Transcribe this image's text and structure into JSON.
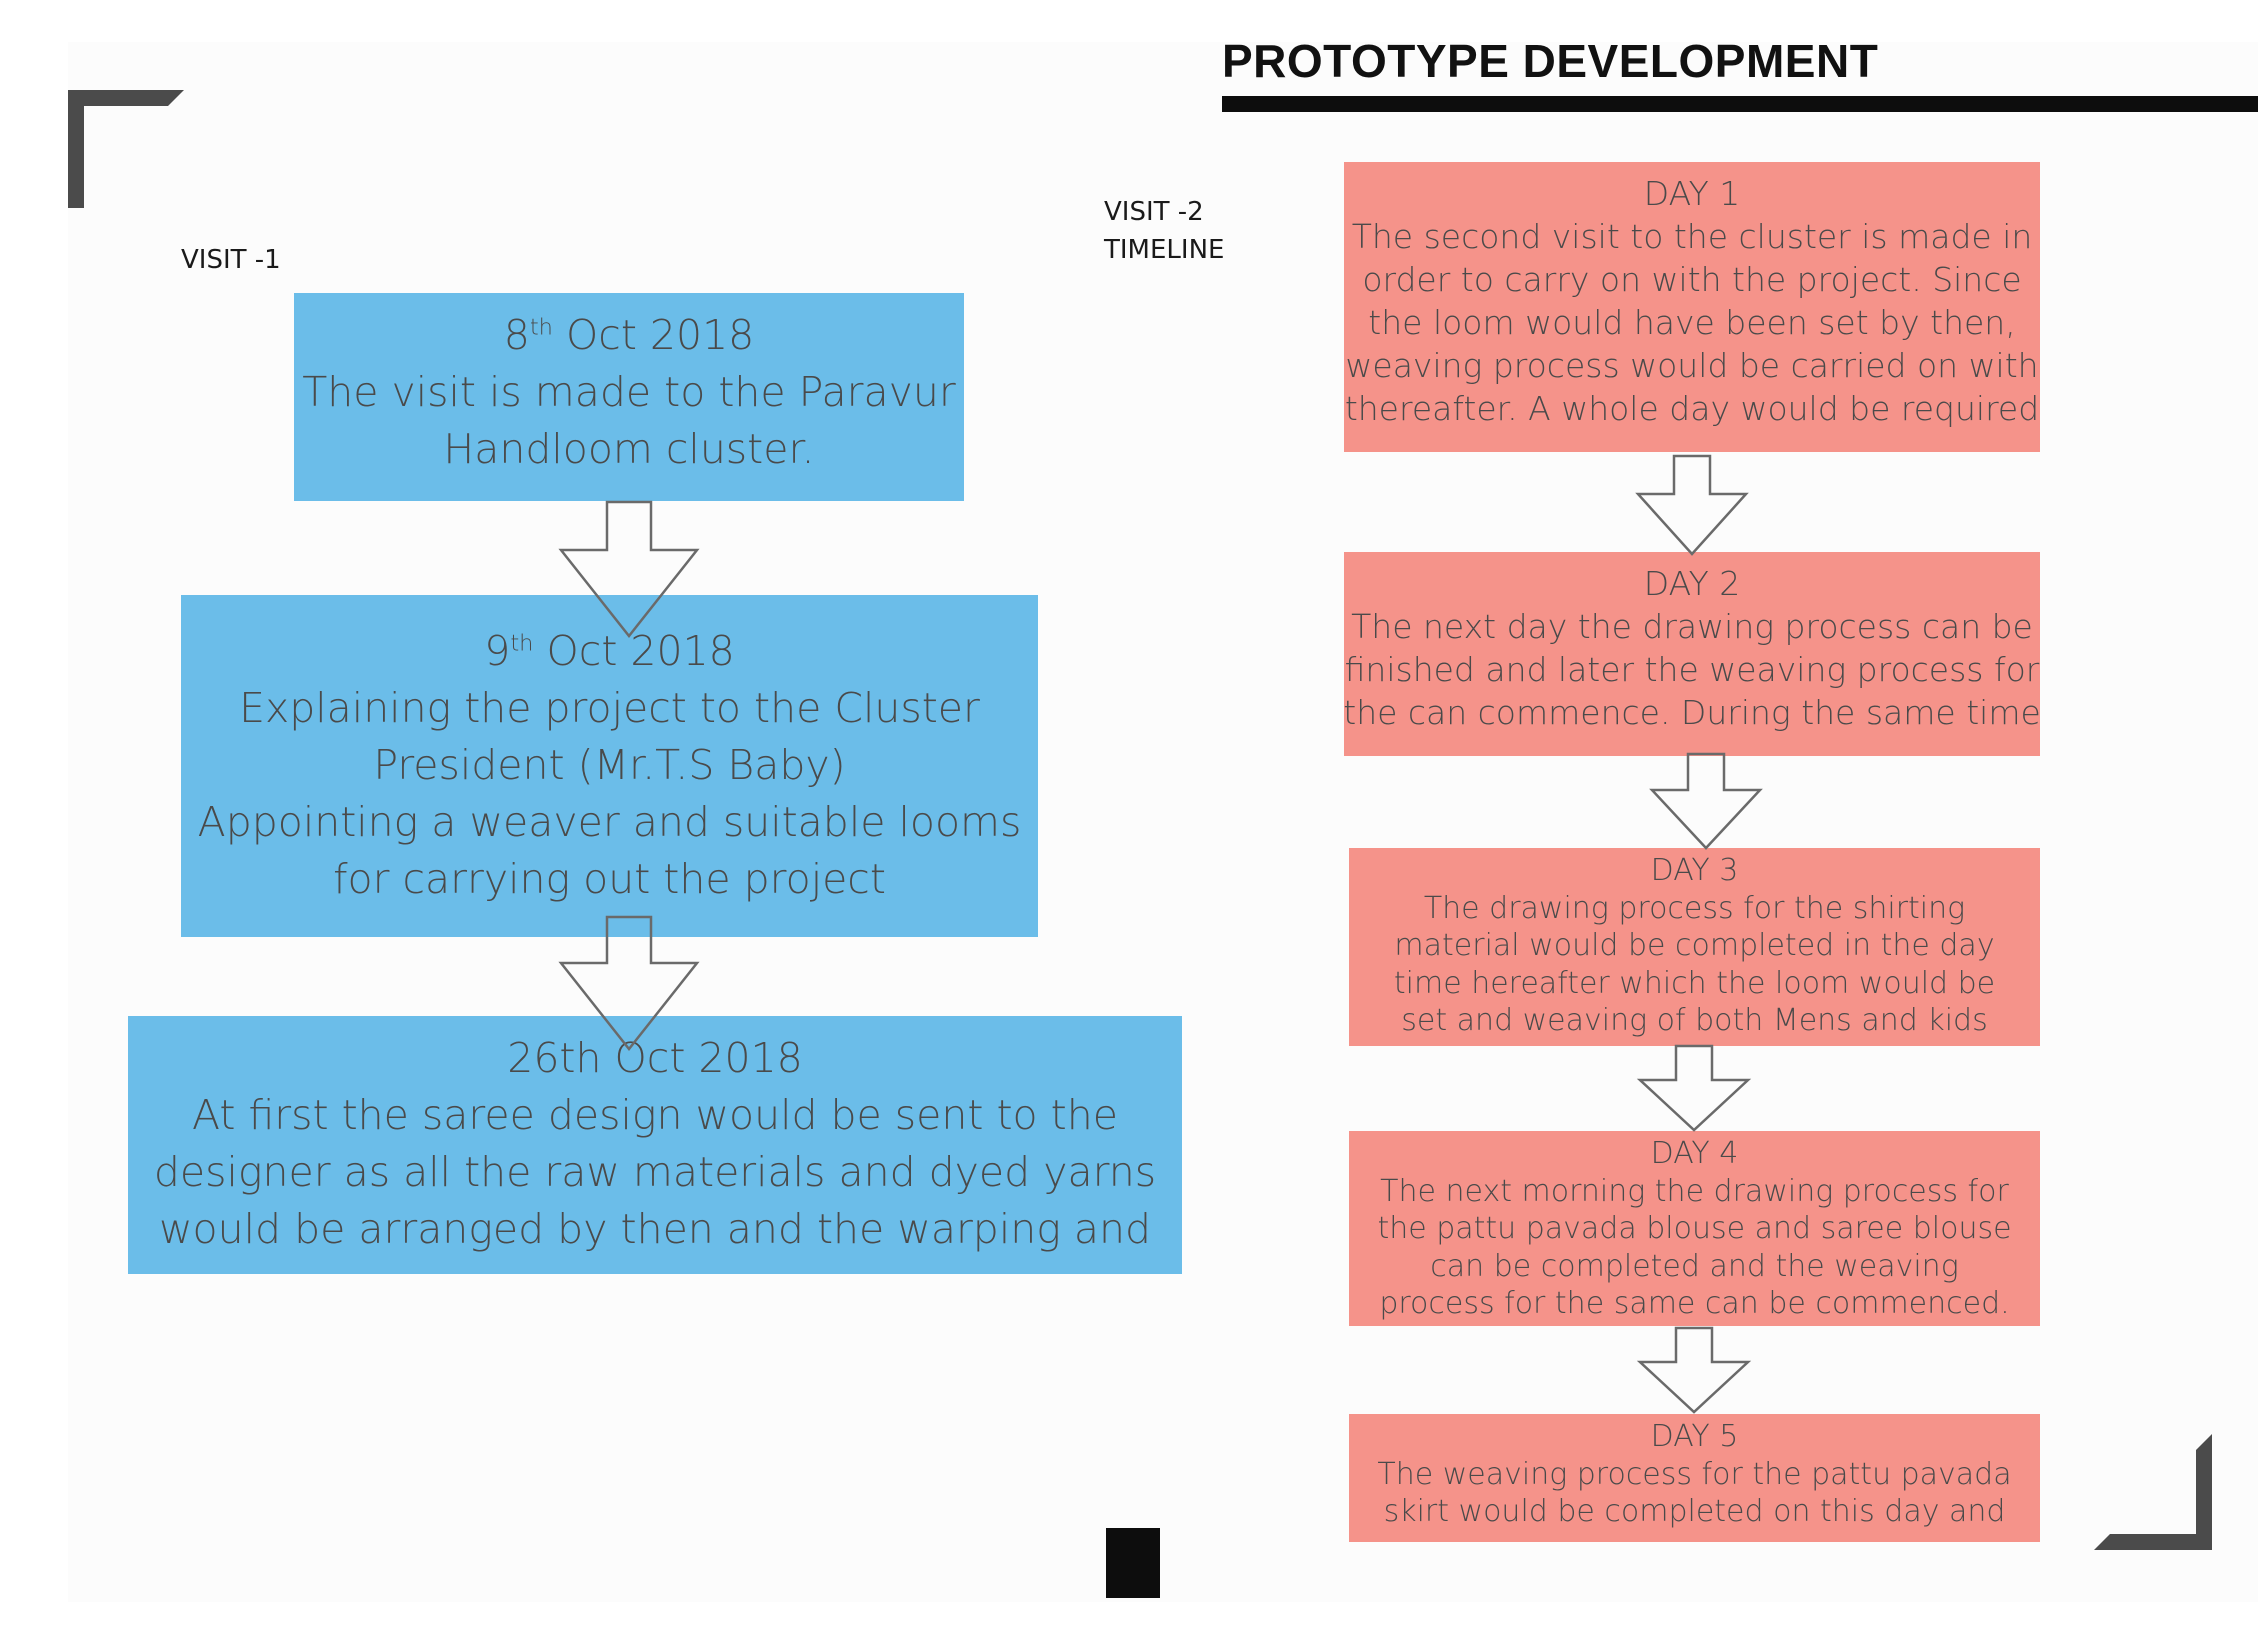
{
  "header": {
    "title": "PROTOTYPE DEVELOPMENT"
  },
  "visit1": {
    "label": "VISIT -1",
    "steps": [
      {
        "lines": [
          {
            "pre": "8",
            "sup": "th",
            "post": " Oct 2018"
          },
          "The visit is made to the Paravur",
          "Handloom cluster."
        ]
      },
      {
        "lines": [
          {
            "pre": "9",
            "sup": "th",
            "post": " Oct 2018"
          },
          "Explaining the project to the Cluster",
          "President (Mr.T.S Baby)",
          "Appointing a weaver and suitable looms",
          "for carrying out the project"
        ]
      },
      {
        "lines": [
          "26th Oct 2018",
          "At first the saree design would be sent to the",
          "designer as all the raw materials and dyed yarns",
          "would be arranged by then and the warping and"
        ]
      }
    ]
  },
  "visit2": {
    "label_line1": "VISIT -2",
    "label_line2": "TIMELINE",
    "days": [
      {
        "lines": [
          "DAY 1",
          "The second visit to the cluster is made in",
          "order to carry on with the project. Since",
          "the loom would have been set by then,",
          "weaving process would be carried on with",
          "thereafter. A whole day would be required"
        ]
      },
      {
        "lines": [
          "DAY 2",
          "The next day the drawing process can be",
          "finished and later the weaving process for",
          "the can commence. During the same time"
        ]
      },
      {
        "lines": [
          "DAY 3",
          "The drawing process for the shirting",
          "material would be completed in the day",
          "time hereafter which the loom would be",
          "set and weaving of both Mens and kids"
        ]
      },
      {
        "lines": [
          "DAY 4",
          "The next morning the drawing process for",
          "the pattu pavada blouse and saree blouse",
          "can be completed and the weaving",
          "process for the same can be commenced."
        ]
      },
      {
        "lines": [
          "DAY 5",
          "The weaving process for the pattu pavada",
          "skirt would be completed on this day and"
        ]
      }
    ]
  },
  "colors": {
    "visit1_box": "#6bbde9",
    "visit2_box": "#f5938a",
    "text": "#4a4a4a",
    "rule": "#0d0d0d"
  }
}
